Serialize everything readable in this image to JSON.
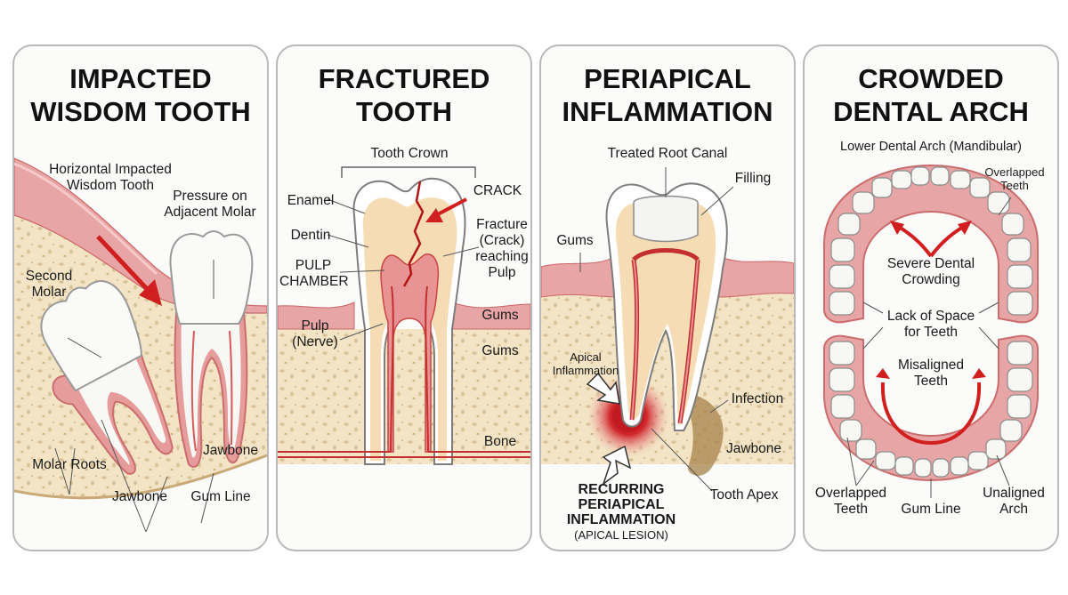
{
  "panels": [
    {
      "title": [
        "IMPACTED",
        "WISDOM TOOTH"
      ],
      "labels": {
        "horizontal": [
          "Horizontal Impacted",
          "Wisdom Tooth"
        ],
        "pressure": [
          "Pressure on",
          "Adjacent Molar"
        ],
        "second_molar": [
          "Second",
          "Molar"
        ],
        "molar_roots": "Molar Roots",
        "jawbone_low": "Jawbone",
        "jawbone_right": "Jawbone",
        "gum_line": "Gum Line"
      }
    },
    {
      "title": [
        "FRACTURED",
        "TOOTH"
      ],
      "labels": {
        "tooth_crown": "Tooth Crown",
        "enamel": "Enamel",
        "dentin": "Dentin",
        "pulp_chamber": [
          "PULP",
          "CHAMBER"
        ],
        "pulp_nerve": [
          "Pulp",
          "(Nerve)"
        ],
        "crack": "CRACK",
        "fracture": [
          "Fracture",
          "(Crack)",
          "reaching",
          "Pulp"
        ],
        "gums_a": "Gums",
        "gums_b": "Gums",
        "bone": "Bone"
      }
    },
    {
      "title": [
        "PERIAPICAL",
        "INFLAMMATION"
      ],
      "labels": {
        "treated": "Treated Root Canal",
        "filling": "Filling",
        "gums": "Gums",
        "apical": [
          "Apical",
          "Inflammation"
        ],
        "infection": "Infection",
        "jawbone": "Jawbone",
        "tooth_apex": "Tooth Apex",
        "recurring": [
          "RECURRING",
          "PERIAPICAL",
          "INFLAMMATION"
        ],
        "lesion": "(APICAL LESION)"
      }
    },
    {
      "title": [
        "CROWDED",
        "DENTAL ARCH"
      ],
      "labels": {
        "lower_arch": "Lower Dental Arch (Mandibular)",
        "overlapped_top": [
          "Overlapped",
          "Teeth"
        ],
        "severe": [
          "Severe Dental",
          "Crowding"
        ],
        "lack": [
          "Lack of Space",
          "for Teeth"
        ],
        "misaligned": [
          "Misaligned",
          "Teeth"
        ],
        "overlapped_bottom": [
          "Overlapped",
          "Teeth"
        ],
        "gum_line": "Gum Line",
        "unaligned": [
          "Unaligned",
          "Arch"
        ]
      }
    }
  ],
  "colors": {
    "gum": "#e8a2a2",
    "gum_dark": "#c96d6d",
    "bone": "#f1e4c6",
    "enamel": "#ffffff",
    "dentin": "#f6dcb4",
    "pulp": "#e89494",
    "nerve": "#c43a3a",
    "arrow": "#d11f1f",
    "inflammation": "#c41e1e"
  }
}
